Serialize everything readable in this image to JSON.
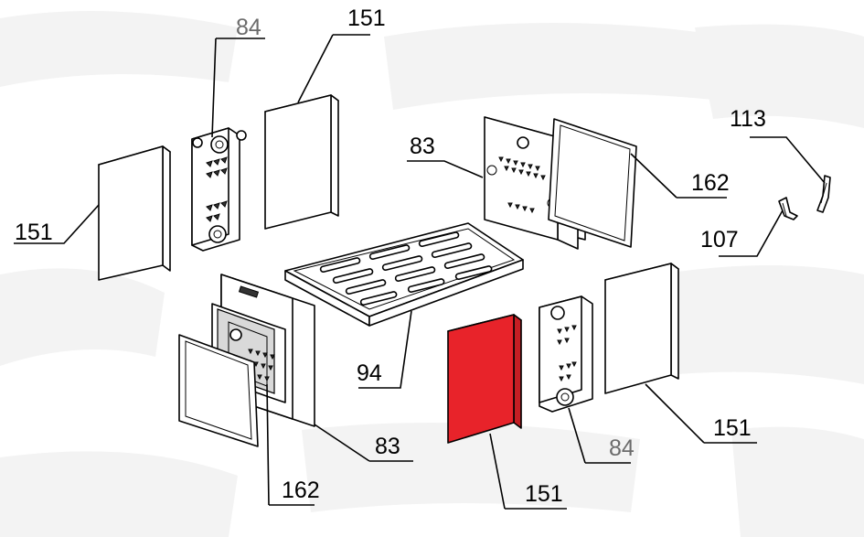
{
  "highlight_color": "#e8232a",
  "watermark_color": "#f2f2f2",
  "labels": {
    "top_center_151": "151",
    "top_left_84": "84",
    "left_151": "151",
    "center_83": "83",
    "right_162": "162",
    "right_113": "113",
    "right_107": "107",
    "center_94": "94",
    "bottom_left_83": "83",
    "bottom_left_162": "162",
    "bottom_151_red": "151",
    "bottom_84": "84",
    "bottom_right_151": "151"
  }
}
